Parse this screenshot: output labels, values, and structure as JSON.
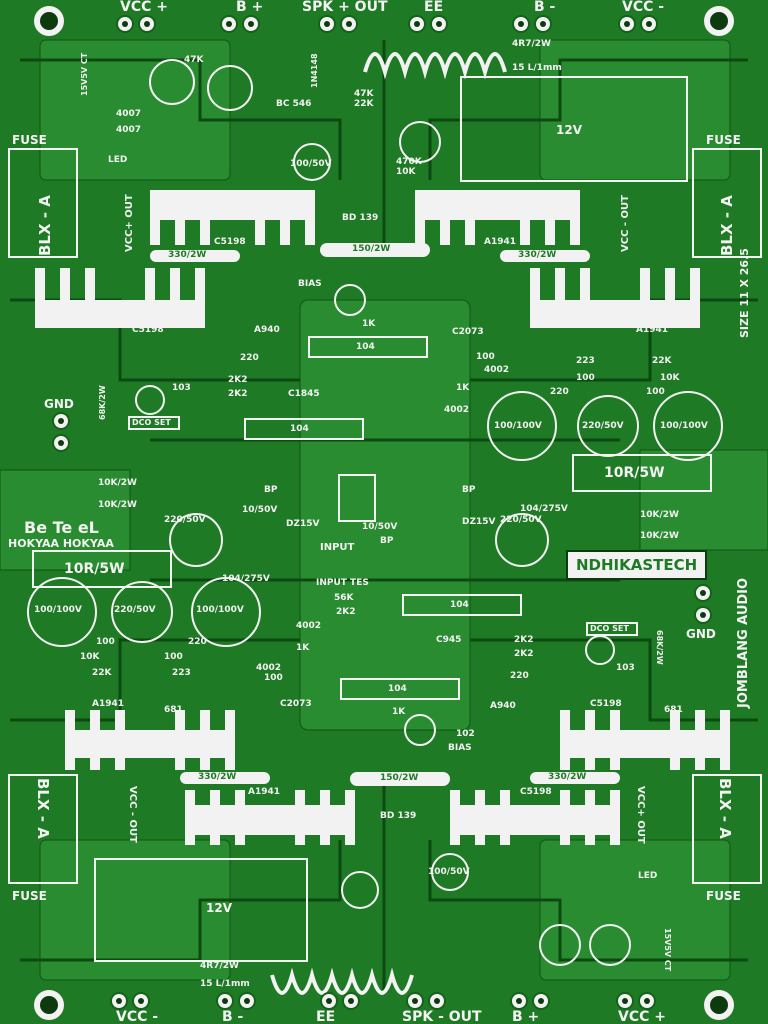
{
  "board": {
    "top_terminals": [
      "VCC +",
      "B +",
      "SPK + OUT",
      "EE",
      "B -",
      "VCC -"
    ],
    "bottom_terminals": [
      "VCC -",
      "B -",
      "EE",
      "SPK - OUT",
      "B +",
      "VCC +"
    ],
    "brand_box": "NDHIKASTECH",
    "brand_vertical": "JOMBLANG AUDIO",
    "size_label": "SIZE 11 X 26.5",
    "board_name_1": "Be Te eL",
    "board_name_2": "HOKYAA HOKYAA",
    "fuse_label": "FUSE",
    "fuse_text": "BLX - A",
    "gnd_label": "GND",
    "vcc_plus_out": "VCC+ OUT",
    "vcc_minus_out": "VCC - OUT",
    "input_label": "INPUT",
    "input_tes": "INPUT TES",
    "dco_set": "DCO SET",
    "bias": "BIAS",
    "relay": "12V",
    "inductor": "4R7/2W",
    "inductor_turns": "15 L/1mm",
    "power_resistor": "10R/5W",
    "cap_100_100": "100/100V",
    "cap_220_50": "220/50V",
    "cap_100_50": "100/50V",
    "cap_10_50": "10/50V",
    "res_330": "330/2W",
    "res_150": "150/2W",
    "res_10k_2w": "10K/2W",
    "res_104_275": "104/275V",
    "transistors": [
      "C5198",
      "A1941",
      "BD 139",
      "A940",
      "C2073",
      "C1845",
      "C945",
      "BC 546"
    ],
    "small_parts": [
      "4007",
      "47K",
      "22K",
      "470K",
      "10K",
      "1K",
      "2K2",
      "56K",
      "100",
      "220",
      "223",
      "102",
      "103",
      "104",
      "681",
      "4002",
      "DZ15V",
      "BP",
      "LED",
      "1N4148",
      "15V5V CT",
      "68K/2W"
    ]
  }
}
